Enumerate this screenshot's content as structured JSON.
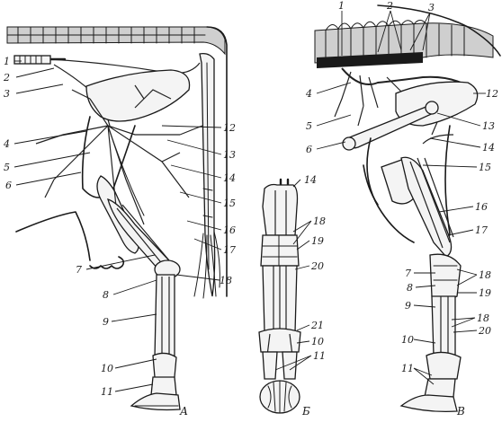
{
  "panels": {
    "a": {
      "letter": "А"
    },
    "b": {
      "letter": "Б"
    },
    "c": {
      "letter": "В"
    }
  },
  "labels_a": [
    "1",
    "2",
    "3",
    "4",
    "5",
    "6",
    "7",
    "8",
    "9",
    "10",
    "11",
    "12",
    "13",
    "14",
    "15",
    "16",
    "17",
    "18"
  ],
  "labels_b": [
    "14",
    "18",
    "19",
    "20",
    "21",
    "10",
    "11"
  ],
  "labels_c": [
    "1",
    "2",
    "3",
    "4",
    "5",
    "6",
    "12",
    "13",
    "14",
    "15",
    "16",
    "17",
    "7",
    "18",
    "8",
    "19",
    "9",
    "18",
    "10",
    "20",
    "11"
  ]
}
